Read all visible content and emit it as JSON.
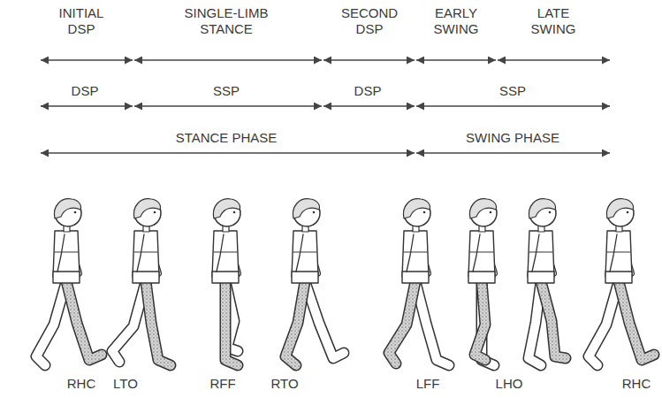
{
  "diagram": {
    "labels": [
      "INITIAL DSP",
      "SINGLE-LIMB STANCE",
      "SECOND DSP",
      "EARLY SWING",
      "LATE SWING",
      "DSP",
      "SSP",
      "DSP",
      "SSP",
      "STANCE PHASE",
      "SWING PHASE",
      "RHC",
      "LTO",
      "RFF",
      "RTO",
      "LFF",
      "LHO",
      "RHC"
    ]
  }
}
